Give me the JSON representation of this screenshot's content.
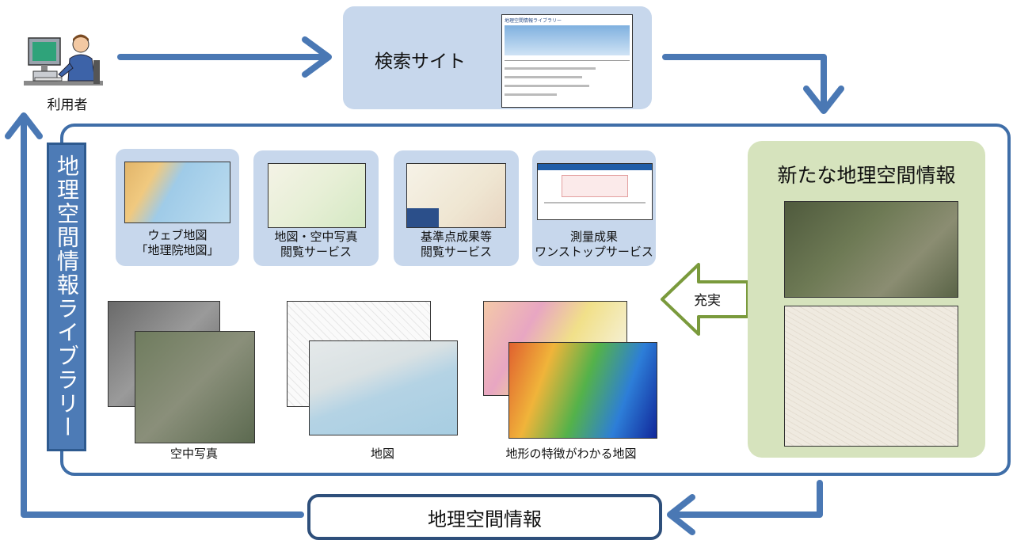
{
  "user": {
    "label": "利用者",
    "icon": "user-at-computer-icon"
  },
  "search_site": {
    "label": "検索サイト",
    "screenshot_title": "地理空間情報ライブラリー"
  },
  "library": {
    "title": "地理空間情報ライブラリー"
  },
  "services": [
    {
      "label_line1": "ウェブ地図",
      "label_line2": "「地理院地図」"
    },
    {
      "label_line1": "地図・空中写真",
      "label_line2": "閲覧サービス"
    },
    {
      "label_line1": "基準点成果等",
      "label_line2": "閲覧サービス"
    },
    {
      "label_line1": "測量成果",
      "label_line2": "ワンストップサービス"
    }
  ],
  "products": [
    {
      "label": "空中写真"
    },
    {
      "label": "地図"
    },
    {
      "label": "地形の特徴がわかる地図"
    }
  ],
  "enrich_arrow": {
    "label": "充実"
  },
  "new_info": {
    "title": "新たな地理空間情報"
  },
  "bottom": {
    "label": "地理空間情報"
  },
  "colors": {
    "arrow_blue": "#4a78b4",
    "frame_blue": "#3f6ea8",
    "panel_green": "#d6e3bd",
    "box_blue": "#c7d7ec"
  }
}
